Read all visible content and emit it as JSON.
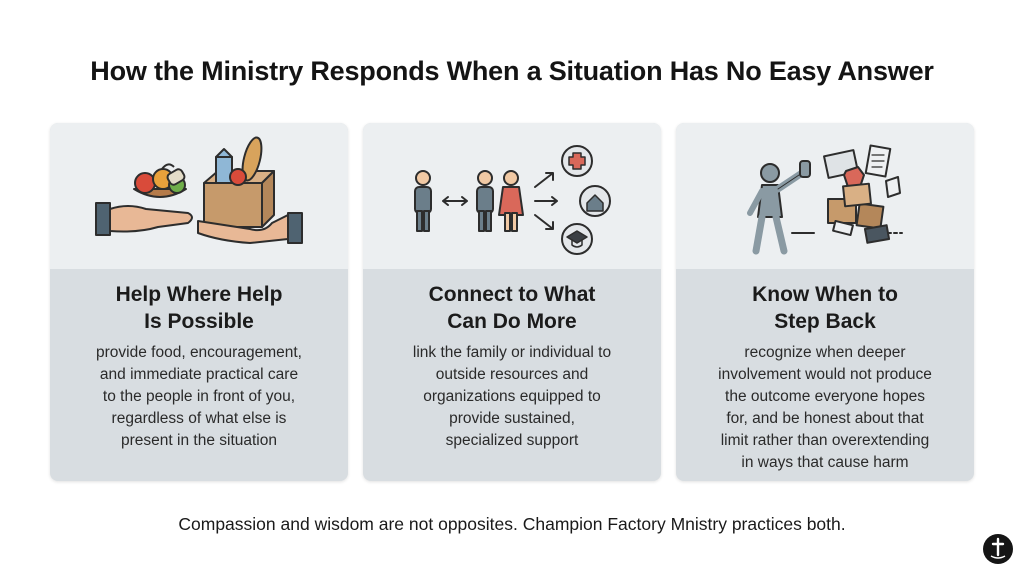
{
  "title": "How the Ministry Responds When a Situation Has No Easy Answer",
  "cards": [
    {
      "heading_line1": "Help Where Help",
      "heading_line2": "Is Possible",
      "body_lines": [
        "provide food, encouragement,",
        "and immediate practical care",
        "to the people in front of you,",
        "regardless of what else is",
        "present in the situation"
      ],
      "icon": "hands-giving-food-icon"
    },
    {
      "heading_line1": "Connect to What",
      "heading_line2": "Can Do More",
      "body_lines": [
        "link the family or individual to",
        "outside resources and",
        "organizations equipped to",
        "provide sustained,",
        "specialized support"
      ],
      "icon": "people-connect-resources-icon"
    },
    {
      "heading_line1": "Know When to",
      "heading_line2": "Step Back",
      "body_lines": [
        "recognize when deeper",
        "involvement would not produce",
        "the outcome everyone hopes",
        "for, and be honest about that",
        "limit rather than overextending",
        "in ways that cause harm"
      ],
      "icon": "person-stop-hand-icon"
    }
  ],
  "footer": "Compassion and wisdom are not opposites. Champion Factory Mnistry practices both.",
  "colors": {
    "card_top": "#eceff1",
    "card_bottom": "#d8dde1",
    "accent_red": "#d9685a",
    "skin": "#8a9aa3",
    "box": "#c69a6b"
  }
}
